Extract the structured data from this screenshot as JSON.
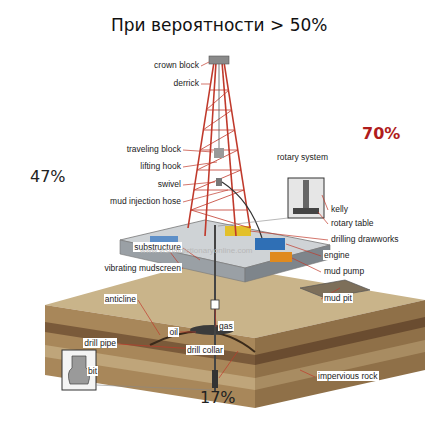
{
  "diagram": {
    "title": "При вероятности > 50%",
    "labels": [
      "70%",
      "rotary system",
      "47%",
      "crown block",
      "derrick",
      "traveling block",
      "lifting hook",
      "swivel",
      "mud injection hose",
      "kelly",
      "rotary table",
      "drilling drawworks",
      "substructure",
      "engine",
      "vibrating mudscreen",
      "mud pump",
      "mud pit",
      "anticline",
      "gas",
      "oil",
      "drill pipe",
      "drill collar",
      "bit",
      "impervious rock",
      "17%",
      "www.visualdictionaryonline.com"
    ]
  }
}
